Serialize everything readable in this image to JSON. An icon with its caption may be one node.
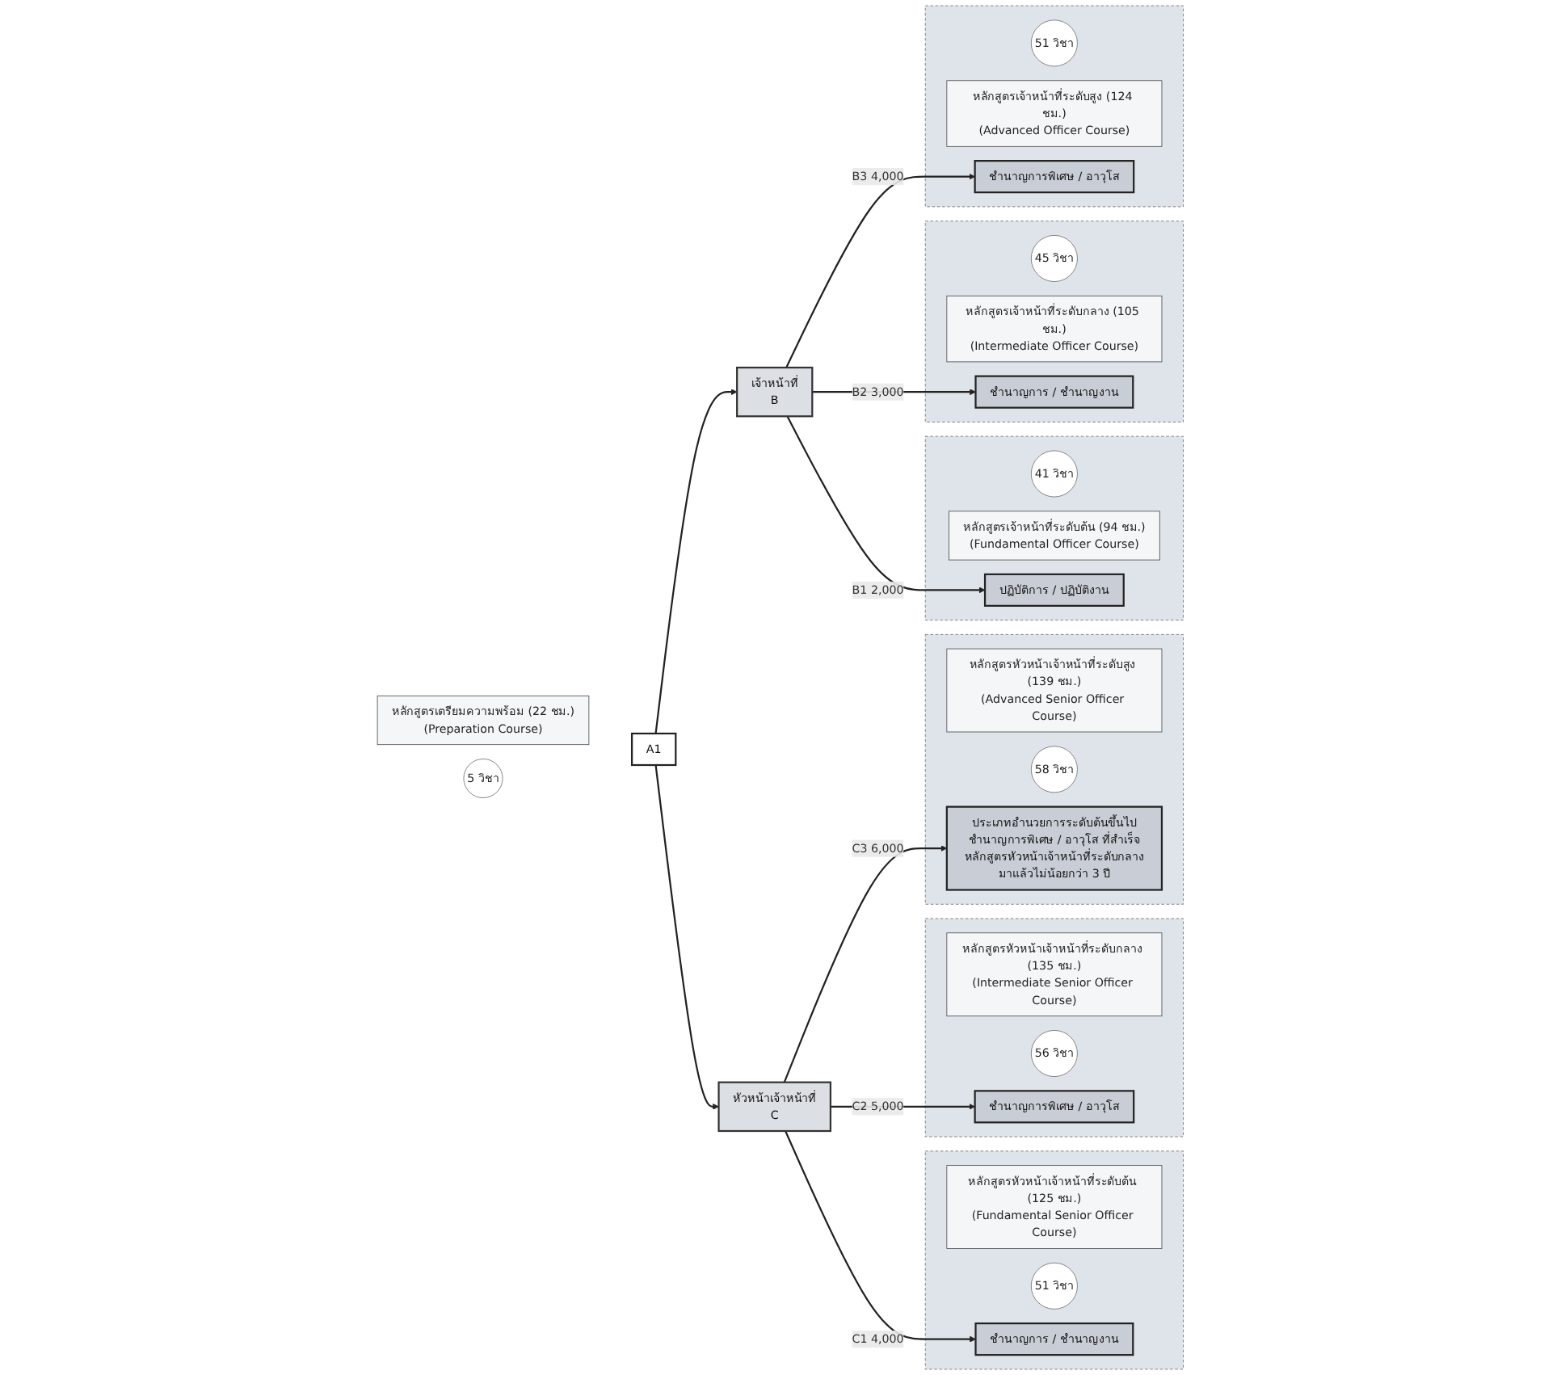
{
  "diagram": {
    "nodes": [
      {
        "text": [],
        "shape": "box"
      },
      {
        "text": [
          "51 วิชา"
        ],
        "in": 0
      },
      {
        "text": [
          "หลักสูตรเจ้าหน้าที่ระดับสูง (124 ชม.)",
          "(Advanced Officer Course)"
        ],
        "in": 0
      },
      {
        "text": [
          "ชำนาญการพิเศษ / อาวุโส"
        ],
        "in": 0
      },
      {
        "text": [],
        "shape": "box"
      },
      {
        "text": [
          "หลักสูตรหัวหน้าเจ้าหน้าที่ระดับสูง (139 ชม.)",
          "(Advanced Senior Officer Course)"
        ],
        "in": 4
      },
      {
        "text": [
          "58 วิชา"
        ],
        "in": 4
      },
      {
        "text": [
          "ประเภทอำนวยการระดับต้นขึ้นไป",
          "ชำนาญการพิเศษ / อาวุโส ที่สำเร็จหลักสูตรหัวหน้าเจ้าหน้าที่ระดับกลางมาแล้วไม่น้อยกว่า 3 ปี"
        ],
        "in": 4
      },
      {
        "text": [],
        "shape": "box"
      },
      {
        "text": [
          "45 วิชา"
        ],
        "in": 8
      },
      {
        "text": [
          "หลักสูตรเจ้าหน้าที่ระดับกลาง (105 ชม.)",
          "(Intermediate Officer Course)"
        ],
        "in": 8
      },
      {
        "text": [
          "ชำนาญการ / ชำนาญงาน"
        ],
        "in": 8
      },
      {
        "text": [],
        "shape": "box"
      },
      {
        "text": [
          "หลักสูตรหัวหน้าเจ้าหน้าที่ระดับกลาง (135 ชม.)",
          "(Intermediate Senior Officer Course)"
        ],
        "in": 12
      },
      {
        "text": [
          "56 วิชา"
        ],
        "in": 12
      },
      {
        "text": [
          "ชำนาญการพิเศษ / อาวุโส"
        ],
        "in": 12
      },
      {
        "text": [],
        "shape": "box"
      },
      {
        "text": [
          "41 วิชา"
        ],
        "in": 16
      },
      {
        "text": [
          "หลักสูตรเจ้าหน้าที่ระดับต้น (94 ชม.)",
          "(Fundamental Officer Course)"
        ],
        "in": 16
      },
      {
        "text": [
          "ปฏิบัติการ / ปฏิบัติงาน"
        ],
        "in": 16
      },
      {
        "text": [],
        "shape": "box"
      },
      {
        "text": [
          "หลักสูตรหัวหน้าเจ้าหน้าที่ระดับต้น (125 ชม.)",
          "(Fundamental Senior Officer Course)"
        ],
        "in": 20
      },
      {
        "text": [
          "51 วิชา"
        ],
        "in": 20
      },
      {
        "text": [
          "ชำนาญการ / ชำนาญงาน"
        ],
        "in": 20
      },
      {
        "text": [
          "เจ้าหน้าที่",
          "B"
        ]
      },
      {
        "text": [
          "หัวหน้าเจ้าหน้าที่",
          "C"
        ]
      },
      {
        "text": [
          "A1"
        ]
      },
      {
        "text": [
          "หลักสูตรเตรียมความพร้อม (22 ชม.)",
          "(Preparation Course)"
        ]
      },
      {
        "text": [
          "5 วิชา"
        ]
      }
    ],
    "edges": [
      {
        "from": 26,
        "to": 24,
        "arrow": "to"
      },
      {
        "from": 26,
        "to": 25,
        "arrow": "to"
      },
      {
        "from": 24,
        "to": 3,
        "arrow": "to",
        "label": "B3 4,000"
      },
      {
        "from": 24,
        "to": 11,
        "arrow": "to",
        "label": "B2 3,000"
      },
      {
        "from": 24,
        "to": 19,
        "arrow": "to",
        "label": "B1 2,000"
      },
      {
        "from": 25,
        "to": 7,
        "arrow": "to",
        "label": "C3 6,000"
      },
      {
        "from": 25,
        "to": 15,
        "arrow": "to",
        "label": "C2 5,000"
      },
      {
        "from": 25,
        "to": 23,
        "arrow": "to",
        "label": "C1 4,000"
      }
    ]
  }
}
